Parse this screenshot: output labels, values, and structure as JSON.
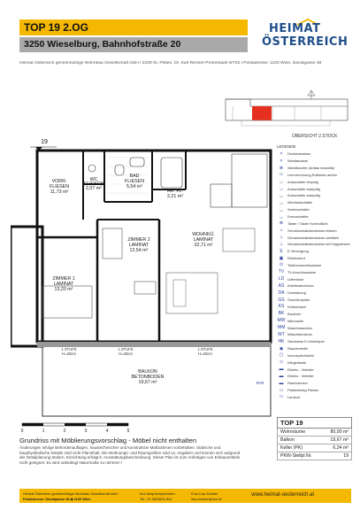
{
  "header": {
    "unit_title": "TOP 19  2.OG",
    "address": "3250 Wieselburg, Bahnhofstraße 20",
    "company_line": "Heimat Österreich gemeinnützige Wohnbau Gesellschaft mbH I 3100 St. Pölten, Dr. Karl Renner-Promenade 8/702 I Postadresse: 1100 Wien, Davidgasse 48"
  },
  "logo": {
    "line1": "HEIMAT",
    "line2": "ÖSTERREICH",
    "color": "#1f4e8a"
  },
  "keyplan": {
    "caption": "ÜBERSICHT 2.STOCK"
  },
  "legend": {
    "title": "LEGENDE",
    "items": [
      {
        "sym": "×",
        "label": "Deckenauslass"
      },
      {
        "sym": "×",
        "label": "Wandauslass"
      },
      {
        "sym": "⊗",
        "label": "Wandleuchte (Anbau bauseits)"
      },
      {
        "sym": "▭",
        "label": "Leerverrohrung Rollladen außen"
      },
      {
        "sym": "◡",
        "label": "Ausschalter einpolig"
      },
      {
        "sym": "◡",
        "label": "Ausschalter zweipolig"
      },
      {
        "sym": "◡",
        "label": "Ausschalter zweipolig"
      },
      {
        "sym": "◡",
        "label": "Wechselschalter"
      },
      {
        "sym": "◡",
        "label": "Serienschalter"
      },
      {
        "sym": "◡",
        "label": "Kreuzschalter"
      },
      {
        "sym": "⊕",
        "label": "Taster / Taster Kontrolllicht"
      },
      {
        "sym": "⊥",
        "label": "Schutzkontaktsteckdose einfach"
      },
      {
        "sym": "⊥",
        "label": "Schutzkontaktsteckdose zweifach"
      },
      {
        "sym": "⊥",
        "label": "Schutzkontaktsteckdose mit Klappdeckel"
      },
      {
        "sym": "E",
        "label": "E-Versorgung"
      },
      {
        "sym": "▣",
        "label": "Elektroherd"
      },
      {
        "sym": "⊙",
        "label": "Telefonanschlussdose"
      },
      {
        "sym": "TV",
        "label": "TV-Anschlussdose"
      },
      {
        "sym": "LD",
        "label": "Lüfterdose"
      },
      {
        "sym": "AS",
        "label": "Arbeitssteckdose"
      },
      {
        "sym": "DA",
        "label": "Dunstabzug"
      },
      {
        "sym": "GS",
        "label": "Geschirrspüler"
      },
      {
        "sym": "KS",
        "label": "Kühlschrank"
      },
      {
        "sym": "BK",
        "label": "Backrohr"
      },
      {
        "sym": "MW",
        "label": "Mikrowelle"
      },
      {
        "sym": "WM",
        "label": "Waschmaschine"
      },
      {
        "sym": "WT",
        "label": "Wäschetrockner"
      },
      {
        "sym": "HK",
        "label": "Steckdose E-Heizkörper"
      },
      {
        "sym": "◉",
        "label": "Rauchmelder"
      },
      {
        "sym": "▢",
        "label": "Innenspiechstelle"
      },
      {
        "sym": "⊃",
        "label": "Klingeltaster"
      },
      {
        "sym": "▬",
        "label": "Elektro - Verteiler"
      },
      {
        "sym": "▬",
        "label": "Elektro - Verteiler"
      },
      {
        "sym": "▬",
        "label": "Rauchsensor"
      },
      {
        "sym": "▭",
        "label": "Plattenbelag Fliesen"
      },
      {
        "sym": "▭",
        "label": "Laminat"
      }
    ]
  },
  "rooms": [
    {
      "name": "VORR.",
      "floor": "FLIESEN",
      "area": "11,73 m²"
    },
    {
      "name": "WC",
      "floor": "FLIESEN",
      "area": "2,07 m²"
    },
    {
      "name": "BAD",
      "floor": "FLIESEN",
      "area": "5,54 m²"
    },
    {
      "name": "AR. FL.",
      "floor": "",
      "area": "2,21 m²"
    },
    {
      "name": "WOHNKÜ.",
      "floor": "LAMINAT",
      "area": "32,71 m²"
    },
    {
      "name": "ZIMMER 2",
      "floor": "LAMINAT",
      "area": "12,54 m²"
    },
    {
      "name": "ZIMMER 1",
      "floor": "LAMINAT",
      "area": "13,20 m²"
    },
    {
      "name": "BALKON",
      "floor": "BETONBODEN",
      "area": "19,67 m²"
    }
  ],
  "plan_labels": {
    "top_number": "19",
    "stufe": "1 STUFE",
    "stufe_h": "H=20cm",
    "rar": "RAR"
  },
  "scale": {
    "ticks": [
      "0",
      "1",
      "2",
      "3",
      "4",
      "5"
    ]
  },
  "doc": {
    "title": "Grundriss mit Möblierungsvorschlag - Möbel nicht enthalten",
    "disclaimer": "Änderungen infolge Behördenauflagen, haustechnischer und konstruktive Maßnahmen vorbehalten. Statische und bauphysikalische Details sind nicht Planinhalt. Die Wohnungs- und Raumgrößen sind ca. Angaben und können sich aufgrund der Detailplanung ändern. Einrichtung erfolgt lt. Ausstattungsbeschreibung. Dieser Plan ist zum Anfertigen von Einbaumöbeln nicht geeignet. Es wird unbedingt Naturmaße zu nehmen !"
  },
  "infobox": {
    "title": "TOP 19",
    "rows": [
      {
        "label": "Wohnräume",
        "value": "80,00 m²"
      },
      {
        "label": "Balkon",
        "value": "19,67 m²"
      },
      {
        "label": "Keller (PK)",
        "value": "6,24 m²"
      },
      {
        "label": "PKW-Stellpl.Nr.",
        "value": "19"
      }
    ]
  },
  "footer": {
    "c1l1": "Heimat Österreich gemeinnützige Wohnbau Gesellschaft mbH",
    "c1l2": "Postadresse: Davidgasse 48 ◆ 1100 Wien",
    "c2l1": "Ihre Ansprechpartnerin:",
    "c2l2": "Tel.: 01 9823601-641",
    "c3l1": "Frau Lisa Zimeter",
    "c3l2": "lisa.zimeter@hoe.at",
    "url": "www.heimat-oesterreich.at"
  },
  "colors": {
    "accent": "#f5b800",
    "grey": "#a9a9a9",
    "brand": "#1f4e8a",
    "legend_blue": "#2a3f9b"
  }
}
